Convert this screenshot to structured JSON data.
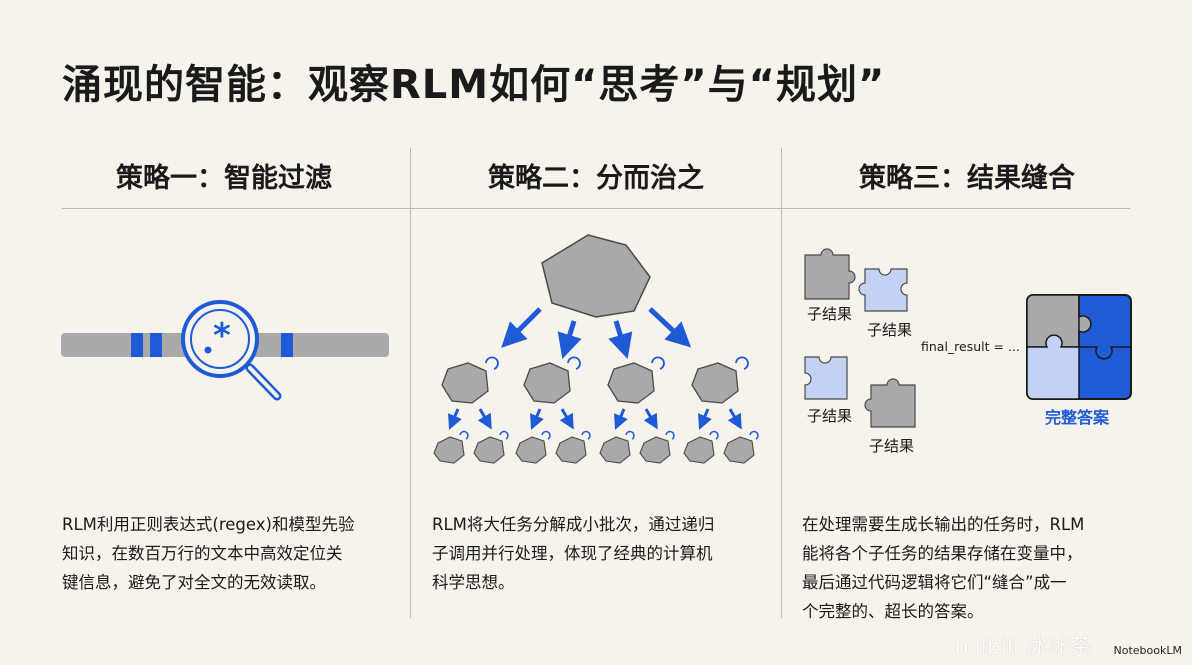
{
  "title": "涌现的智能：观察RLM如何“思考”与“规划”",
  "columns": [
    {
      "heading": "策略一：智能过滤",
      "desc_lines": [
        "RLM利用正则表达式(regex)和模型先验",
        "知识，在数百万行的文本中高效定位关",
        "键信息，避免了对全文的无效读取。"
      ]
    },
    {
      "heading": "策略二：分而治之",
      "desc_lines": [
        "RLM将大任务分解成小批次，通过递归",
        "子调用并行处理，体现了经典的计算机",
        "科学思想。"
      ]
    },
    {
      "heading": "策略三：结果缝合",
      "desc_lines": [
        "在处理需要生成长输出的任务时，RLM",
        "能将各个子任务的结果存储在变量中，",
        "最后通过代码逻辑将它们“缝合”成一",
        "个完整的、超长的答案。"
      ],
      "piece_label": "子结果",
      "code_label": "final_result = ...",
      "answer_label": "完整答案"
    }
  ],
  "watermarks": {
    "bilibili": "bilibili 冰冰茶",
    "notebooklm": "NotebookLM"
  },
  "colors": {
    "background": "#f6f3ec",
    "accent_blue": "#1f5bd6",
    "gray_shape": "#a9a9a9",
    "light_blue": "#c3d1f2"
  },
  "icons": [
    "magnifier-icon",
    "regex-star-icon",
    "recursion-arrow-icon",
    "puzzle-piece-icon"
  ]
}
